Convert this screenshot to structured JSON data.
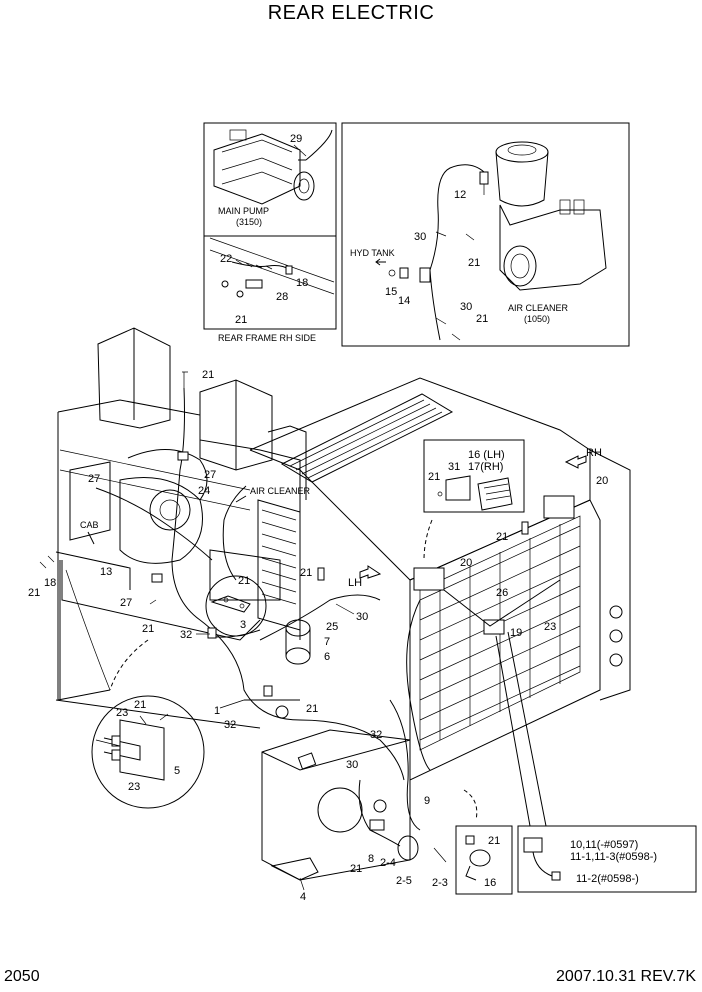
{
  "page": {
    "title": "REAR ELECTRIC",
    "page_number": "2050",
    "revision": "2007.10.31  REV.7K"
  },
  "insets": {
    "main_pump": {
      "name": "MAIN PUMP",
      "code": "(3150)"
    },
    "rear_frame": {
      "caption": "REAR FRAME RH SIDE"
    },
    "air_cleaner": {
      "name": "AIR CLEANER",
      "code": "(1050)",
      "hyd_tank": "HYD TANK"
    },
    "relay_callout": {
      "line1": "10,11(-#0597)",
      "line2": "11-1,11-3(#0598-)",
      "line3": "11-2(#0598-)"
    },
    "lamp_labels": {
      "lh": "16 (LH)",
      "rh": "17(RH)"
    }
  },
  "directions": {
    "rh": "RH",
    "lh": "LH",
    "air_cleaner": "AIR CLEANER",
    "cab": "CAB"
  },
  "part_numbers": {
    "n1": "1",
    "n2_3": "2-3",
    "n2_4": "2-4",
    "n2_5": "2-5",
    "n3": "3",
    "n4": "4",
    "n5": "5",
    "n6": "6",
    "n7": "7",
    "n8": "8",
    "n9": "9",
    "n12": "12",
    "n13": "13",
    "n14": "14",
    "n15": "15",
    "n16": "16",
    "n18": "18",
    "n19": "19",
    "n20": "20",
    "n21": "21",
    "n22": "22",
    "n23": "23",
    "n24": "24",
    "n25": "25",
    "n26": "26",
    "n27": "27",
    "n28": "28",
    "n29": "29",
    "n30": "30",
    "n31": "31",
    "n32": "32"
  }
}
